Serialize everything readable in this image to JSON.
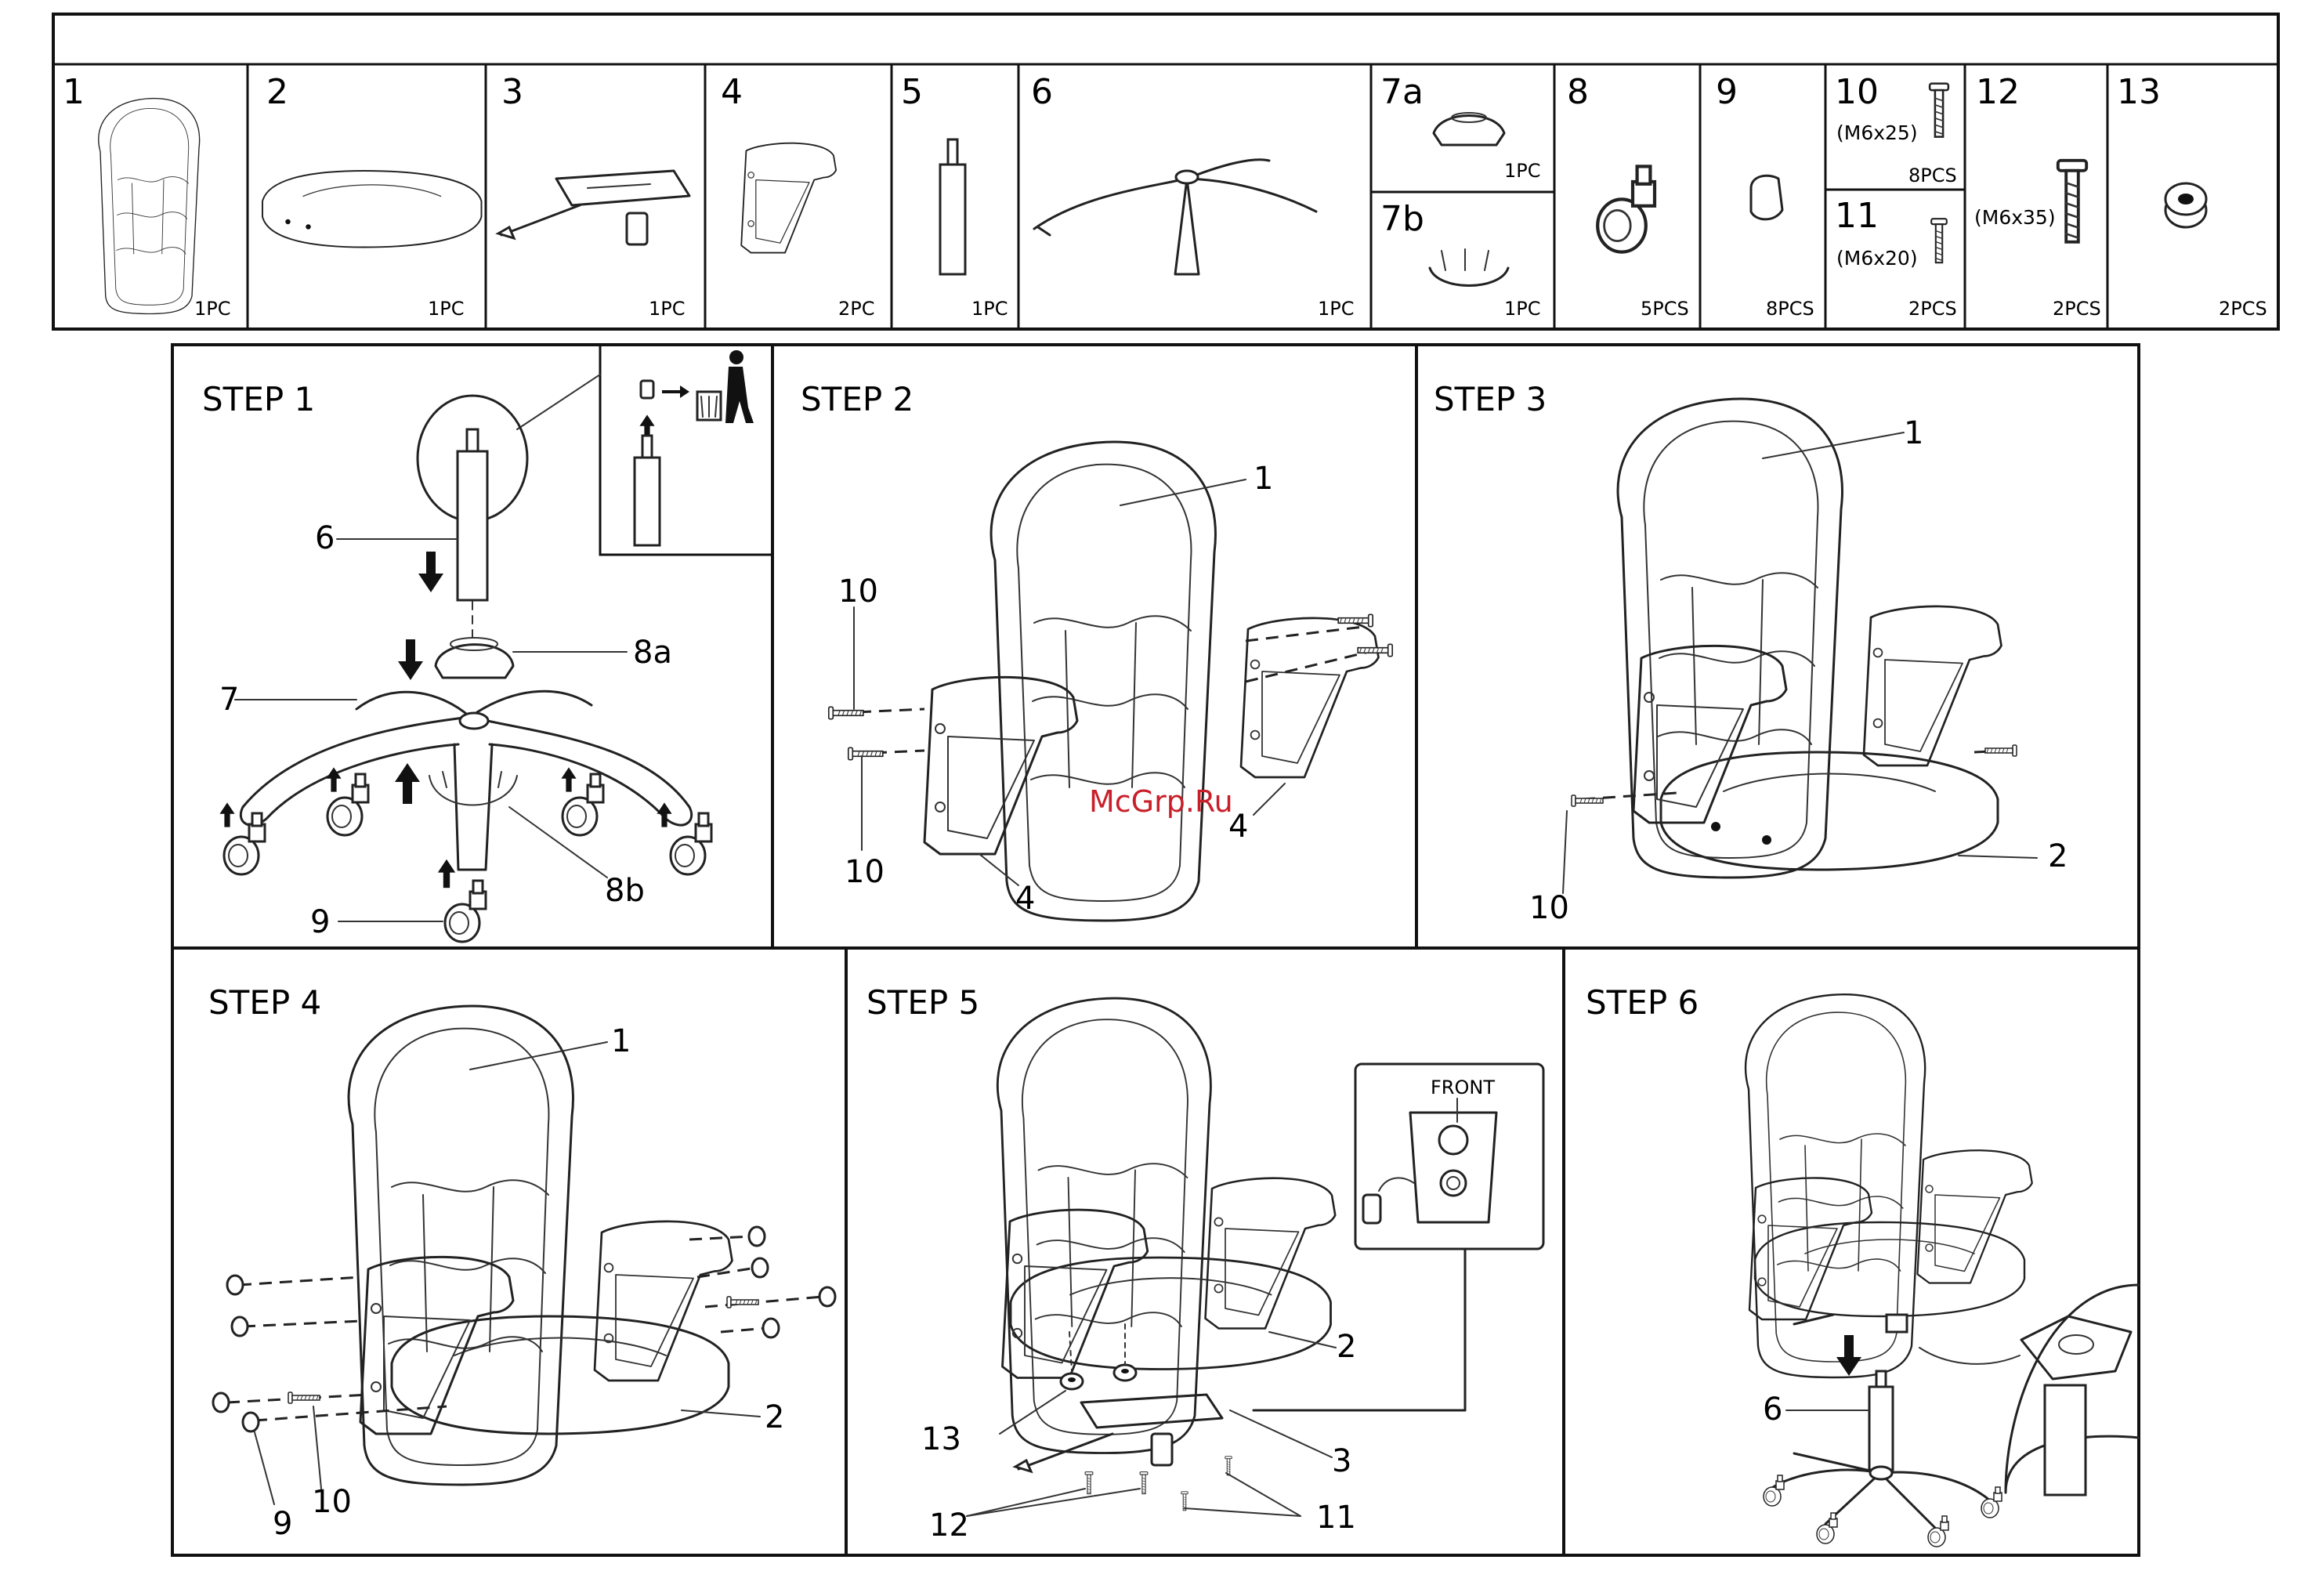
{
  "parts": [
    {
      "num": "1",
      "qty": "1PC"
    },
    {
      "num": "2",
      "qty": "1PC"
    },
    {
      "num": "3",
      "qty": "1PC"
    },
    {
      "num": "4",
      "qty": "2PC"
    },
    {
      "num": "5",
      "qty": "1PC"
    },
    {
      "num": "6",
      "qty": "1PC"
    },
    {
      "num": "7a",
      "qty": "1PC"
    },
    {
      "num": "7b",
      "qty": "1PC"
    },
    {
      "num": "8",
      "qty": "5PCS"
    },
    {
      "num": "9",
      "qty": "8PCS"
    },
    {
      "num": "10",
      "qty": "8PCS",
      "spec": "(M6x25)"
    },
    {
      "num": "11",
      "qty": "2PCS",
      "spec": "(M6x20)"
    },
    {
      "num": "12",
      "qty": "2PCS",
      "spec": "(M6x35)"
    },
    {
      "num": "13",
      "qty": "2PCS"
    }
  ],
  "steps": [
    {
      "title": "STEP 1",
      "labels": [
        "6",
        "8a",
        "7",
        "8b",
        "9"
      ]
    },
    {
      "title": "STEP 2",
      "labels": [
        "1",
        "10",
        "10",
        "4",
        "4"
      ]
    },
    {
      "title": "STEP 3",
      "labels": [
        "1",
        "10",
        "2"
      ]
    },
    {
      "title": "STEP 4",
      "labels": [
        "1",
        "2",
        "10",
        "9"
      ]
    },
    {
      "title": "STEP 5",
      "labels": [
        "2",
        "3",
        "13",
        "12",
        "11"
      ],
      "inset_label": "FRONT"
    },
    {
      "title": "STEP 6",
      "labels": [
        "6"
      ]
    }
  ],
  "watermark": "McGrp.Ru",
  "icons": [
    "chair-backrest-icon",
    "seat-cushion-icon",
    "tilt-mechanism-icon",
    "armrest-icon",
    "gas-lift-icon",
    "five-star-base-icon",
    "lift-cover-top-icon",
    "lift-cover-bottom-icon",
    "caster-wheel-icon",
    "plug-cap-icon",
    "bolt-icon",
    "washer-icon",
    "trash-bin-icon",
    "arrow-down-icon",
    "arrow-up-icon"
  ]
}
